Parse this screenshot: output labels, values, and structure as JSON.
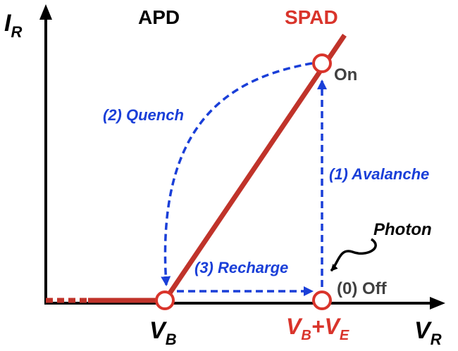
{
  "labels": {
    "y_axis_main": "I",
    "y_axis_sub": "R",
    "x_axis_main": "V",
    "x_axis_sub": "R",
    "apd": "APD",
    "spad": "SPAD",
    "vb_main": "V",
    "vb_sub": "B",
    "vbe_v1": "V",
    "vbe_sub1": "B",
    "vbe_plus": "+V",
    "vbe_sub2": "E",
    "on": "On",
    "off": "(0) Off",
    "photon": "Photon",
    "avalanche": "(1) Avalanche",
    "quench": "(2) Quench",
    "recharge": "(3) Recharge"
  },
  "colors": {
    "axis": "#000000",
    "curve": "#c0332a",
    "spad_text": "#d9342b",
    "arrows": "#1a3fd8",
    "state_text": "#404040"
  }
}
